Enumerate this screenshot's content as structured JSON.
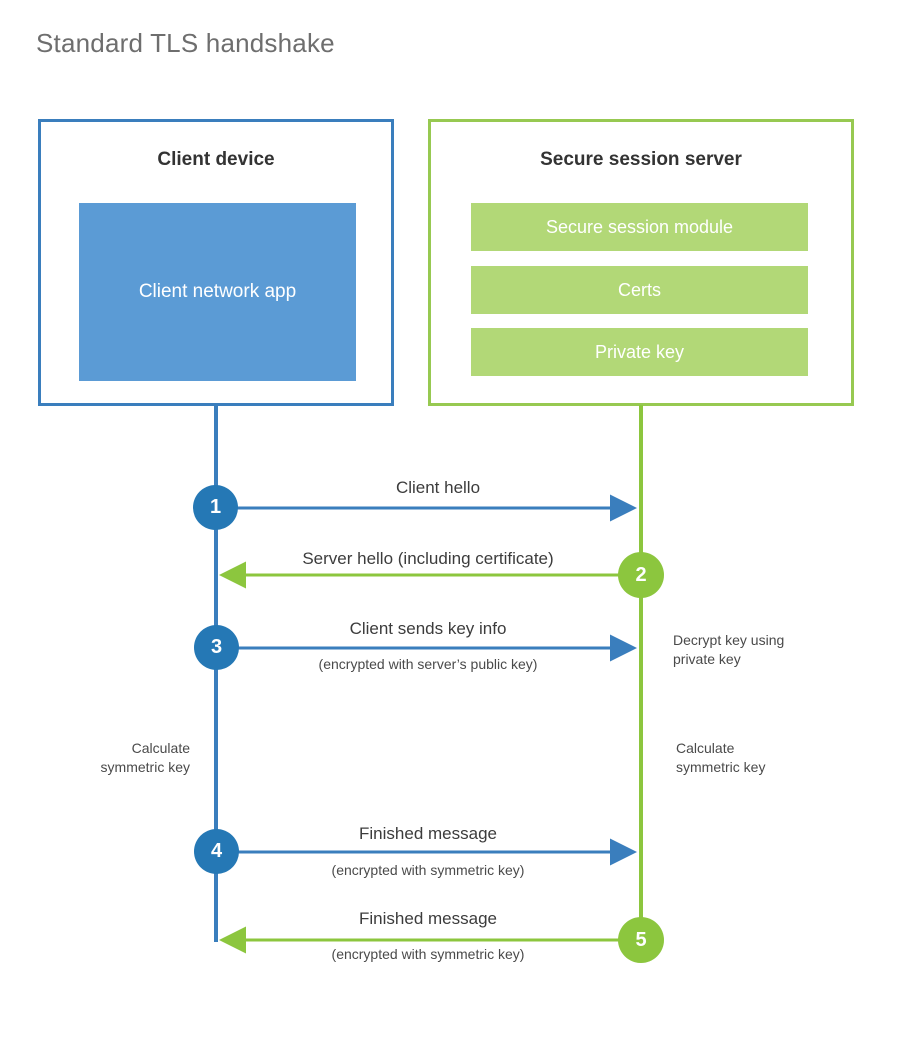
{
  "title": "Standard TLS handshake",
  "colors": {
    "client_border": "#3a7ebd",
    "client_fill": "#5b9bd5",
    "client_accent": "#2578b5",
    "server_border": "#97c951",
    "server_fill": "#b2d877",
    "server_accent": "#8cc63e",
    "title_text": "#6e6e6e",
    "body_text": "#3c3c3c"
  },
  "client": {
    "title": "Client device",
    "component": "Client network app"
  },
  "server": {
    "title": "Secure session server",
    "components": [
      "Secure session module",
      "Certs",
      "Private key"
    ]
  },
  "steps": [
    {
      "number": "1",
      "side": "client",
      "direction": "right",
      "label": "Client hello",
      "sublabel": ""
    },
    {
      "number": "2",
      "side": "server",
      "direction": "left",
      "label": "Server hello (including certificate)",
      "sublabel": ""
    },
    {
      "number": "3",
      "side": "client",
      "direction": "right",
      "label": "Client sends key info",
      "sublabel": "(encrypted with server’s public key)"
    },
    {
      "number": "4",
      "side": "client",
      "direction": "right",
      "label": "Finished message",
      "sublabel": "(encrypted with symmetric key)"
    },
    {
      "number": "5",
      "side": "server",
      "direction": "left",
      "label": "Finished message",
      "sublabel": "(encrypted with symmetric key)"
    }
  ],
  "annotations": {
    "server_decrypt": "Decrypt key using\nprivate key",
    "client_calc": "Calculate\nsymmetric key",
    "server_calc": "Calculate\nsymmetric key"
  }
}
